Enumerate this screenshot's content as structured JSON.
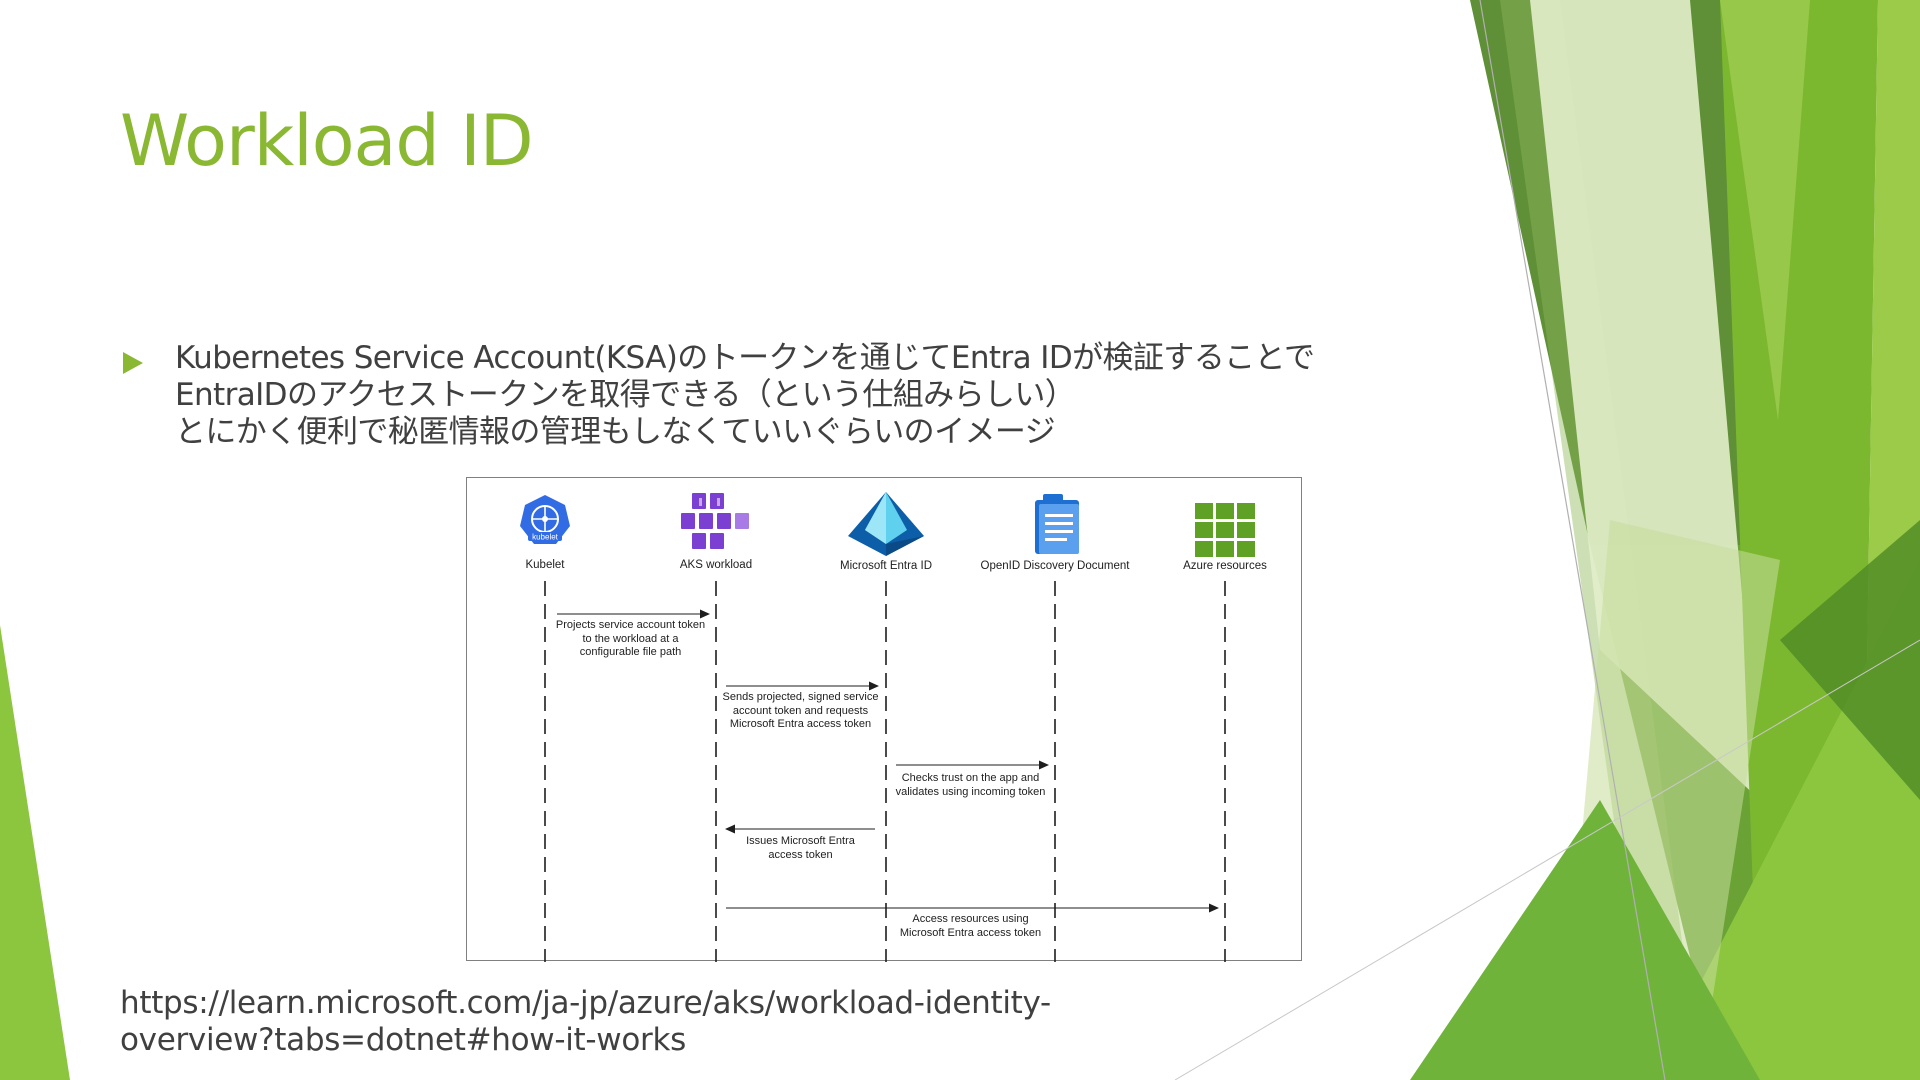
{
  "slide": {
    "title": "Workload ID",
    "bullet": {
      "lines": [
        "Kubernetes Service Account(KSA)のトークンを通じてEntra IDが検証することで",
        "EntraIDのアクセストークンを取得できる（という仕組みらしい）",
        "とにかく便利で秘匿情報の管理もしなくていいぐらいのイメージ"
      ]
    },
    "diagram": {
      "participants": [
        {
          "label": "Kubelet",
          "icon": "kubelet-icon",
          "badge": "kubelet"
        },
        {
          "label": "AKS workload",
          "icon": "aks-workload-icon"
        },
        {
          "label": "Microsoft Entra ID",
          "icon": "entra-id-icon"
        },
        {
          "label": "OpenID Discovery Document",
          "icon": "document-icon"
        },
        {
          "label": "Azure resources",
          "icon": "azure-resources-grid-icon"
        }
      ],
      "messages": [
        {
          "text": "Projects service account token to the workload at a configurable file path",
          "lines": [
            "Projects service account token",
            "to the workload at a",
            "configurable file path"
          ],
          "from": 0,
          "to": 1
        },
        {
          "text": "Sends projected, signed service account token and requests Microsoft Entra access token",
          "lines": [
            "Sends projected, signed service",
            "account token and requests",
            "Microsoft Entra access token"
          ],
          "from": 1,
          "to": 2
        },
        {
          "text": "Checks trust on the app and validates using incoming token",
          "lines": [
            "Checks trust on the app and",
            "validates using incoming token"
          ],
          "from": 2,
          "to": 3
        },
        {
          "text": "Issues Microsoft Entra access token",
          "lines": [
            "Issues Microsoft Entra",
            "access token"
          ],
          "from": 2,
          "to": 1
        },
        {
          "text": "Access resources using Microsoft Entra access token",
          "lines": [
            "Access resources using",
            "Microsoft Entra access token"
          ],
          "from": 1,
          "to": 4
        }
      ]
    },
    "source_url_lines": [
      "https://learn.microsoft.com/ja-jp/azure/aks/workload-identity-",
      "overview?tabs=dotnet#how-it-works"
    ],
    "colors": {
      "accent": "#8ab833",
      "text": "#404040",
      "kubelet_blue": "#326ce5",
      "aks_purple": "#7b3fd1",
      "entra_blue": "#0078d4",
      "azure_green": "#5ea124"
    }
  }
}
